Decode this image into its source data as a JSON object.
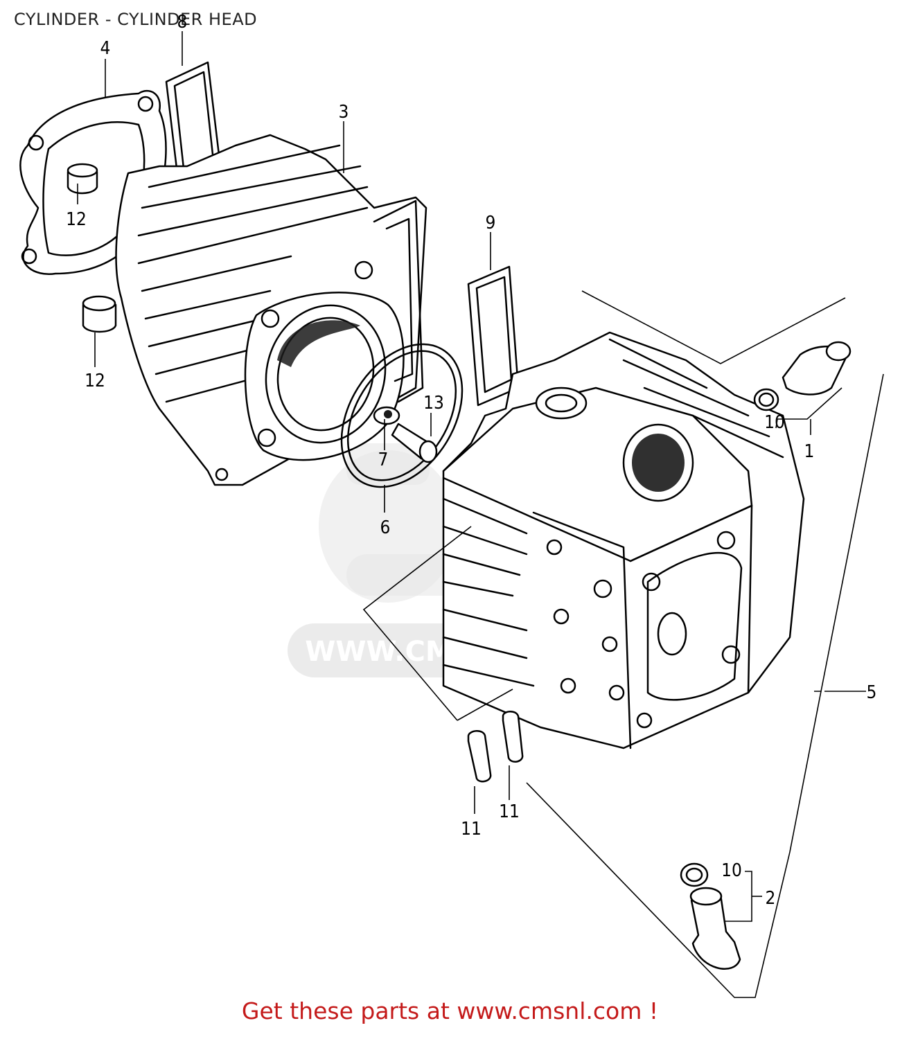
{
  "title": "CYLINDER - CYLINDER HEAD",
  "footer": "Get these parts at www.cmsnl.com !",
  "watermark": {
    "text": "WWW.CMSNL.COM",
    "logo": "CMS"
  },
  "callouts": [
    {
      "id": "c1",
      "label": "1"
    },
    {
      "id": "c2",
      "label": "2"
    },
    {
      "id": "c3",
      "label": "3"
    },
    {
      "id": "c4",
      "label": "4"
    },
    {
      "id": "c5",
      "label": "5"
    },
    {
      "id": "c6",
      "label": "6"
    },
    {
      "id": "c7",
      "label": "7"
    },
    {
      "id": "c8",
      "label": "8"
    },
    {
      "id": "c9",
      "label": "9"
    },
    {
      "id": "c10a",
      "label": "10"
    },
    {
      "id": "c10b",
      "label": "10"
    },
    {
      "id": "c11a",
      "label": "11"
    },
    {
      "id": "c11b",
      "label": "11"
    },
    {
      "id": "c12a",
      "label": "12"
    },
    {
      "id": "c12b",
      "label": "12"
    },
    {
      "id": "c13",
      "label": "13"
    }
  ],
  "colors": {
    "footer": "#c41a1a",
    "line": "#000000",
    "watermark": "#e6e6e6"
  }
}
